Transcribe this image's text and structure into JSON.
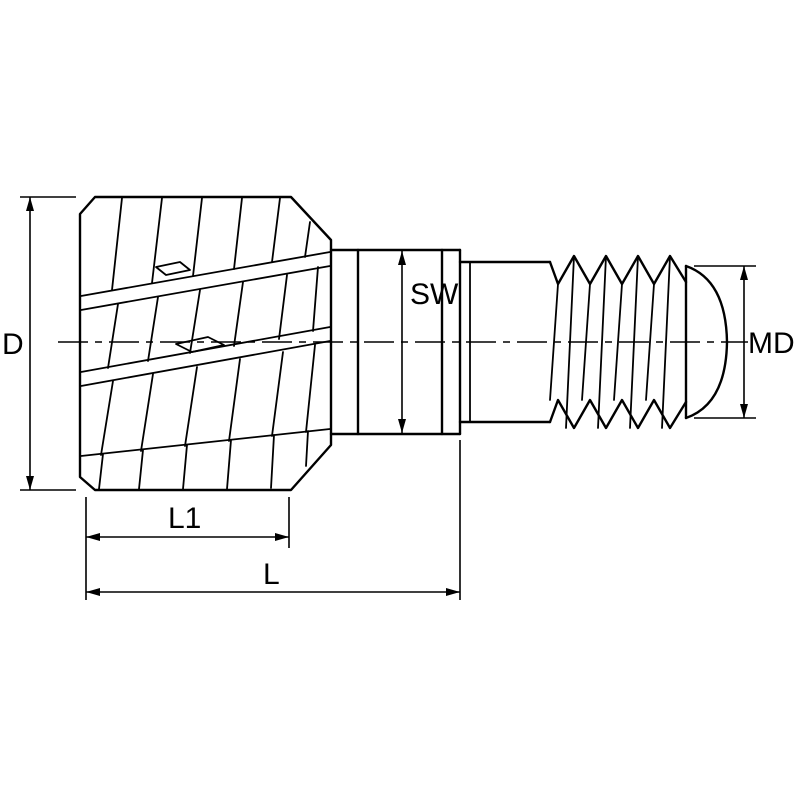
{
  "drawing": {
    "type": "technical-dimension-drawing",
    "subject": "exchangeable-milling-head-with-threaded-shank",
    "labels": {
      "diameter": "D",
      "width_across_flats": "SW",
      "thread_diameter": "MD",
      "cutting_length": "L1",
      "overall_length": "L"
    },
    "colors": {
      "line": "#000000",
      "background": "#ffffff"
    }
  }
}
